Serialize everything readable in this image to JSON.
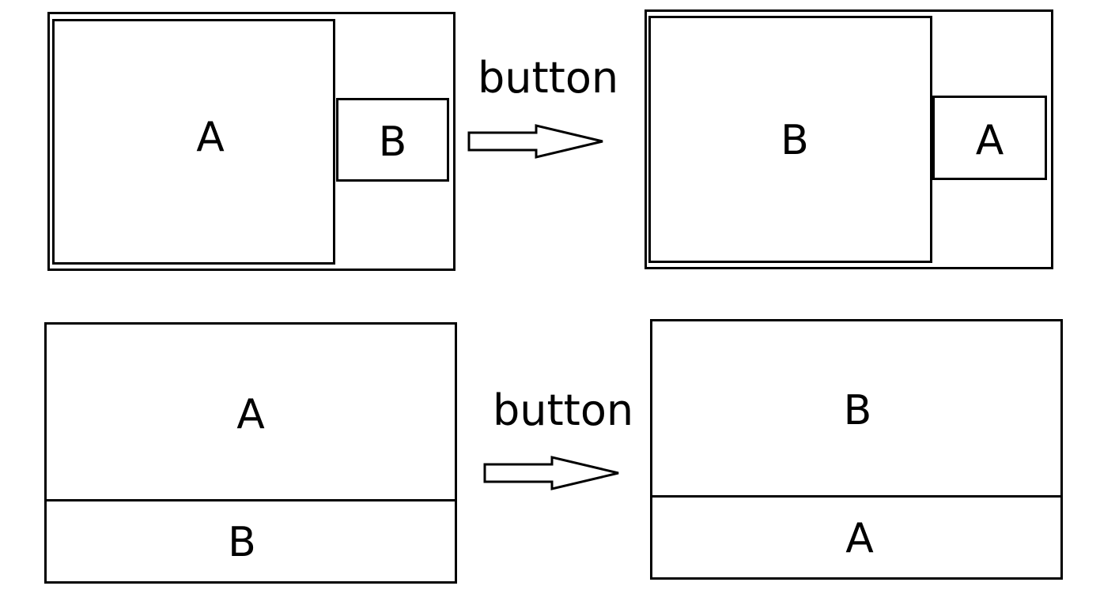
{
  "diagram": {
    "rows": [
      {
        "layout": "side-by-side",
        "before": {
          "main_label": "A",
          "secondary_label": "B"
        },
        "action": {
          "label": "button"
        },
        "after": {
          "main_label": "B",
          "secondary_label": "A"
        }
      },
      {
        "layout": "stacked",
        "before": {
          "top_label": "A",
          "bottom_label": "B"
        },
        "action": {
          "label": "button"
        },
        "after": {
          "top_label": "B",
          "bottom_label": "A"
        }
      }
    ],
    "colors": {
      "stroke": "#000000",
      "background": "#ffffff"
    }
  }
}
